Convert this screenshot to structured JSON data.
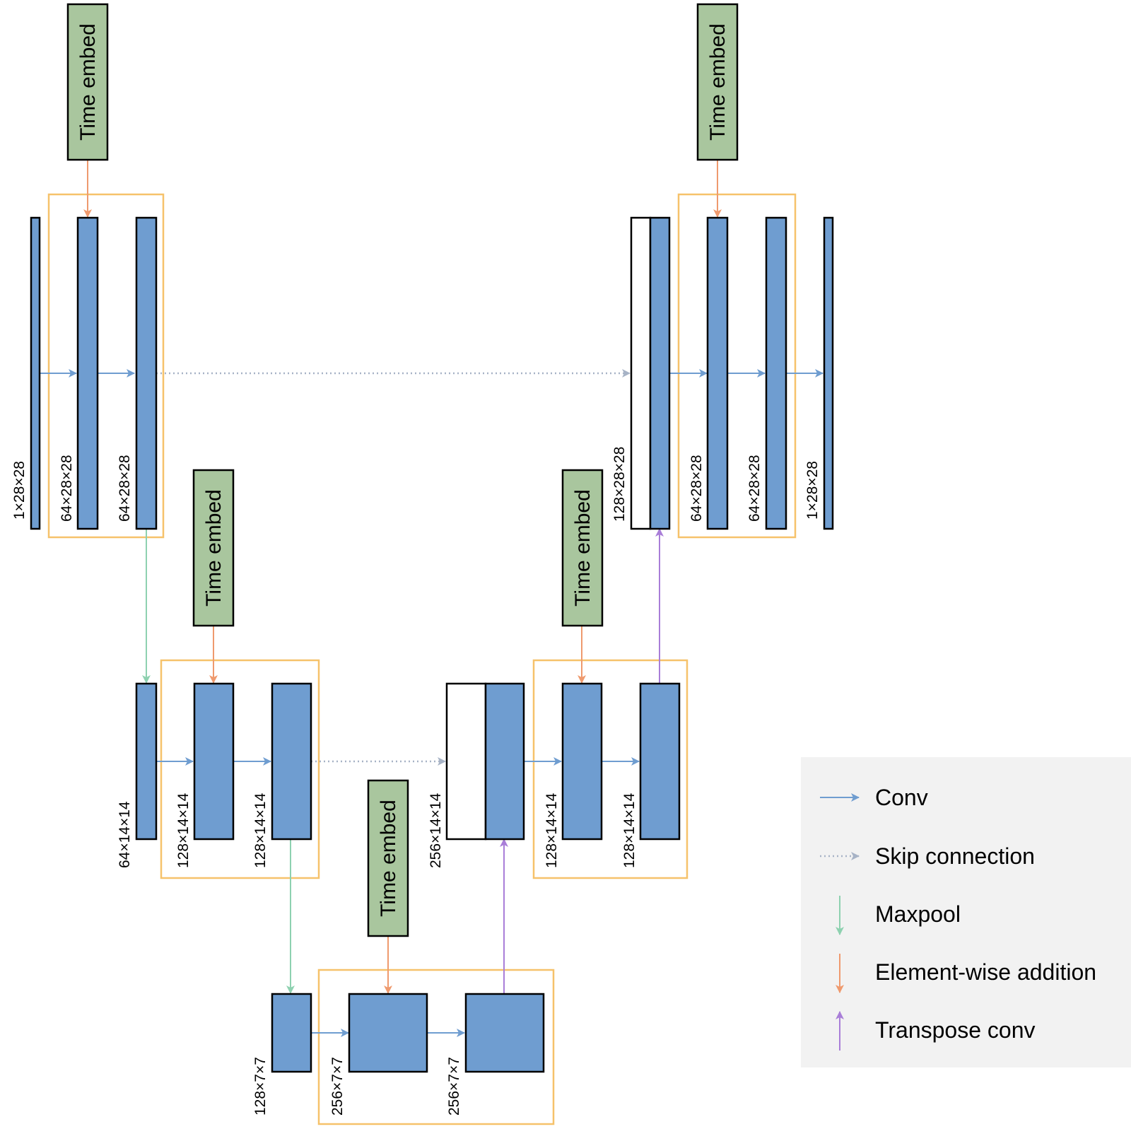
{
  "colors": {
    "block_fill": "#6f9dd0",
    "time_embed_fill": "#a9c69e",
    "group_border": "#f6c26b",
    "conv": "#6f9dd0",
    "skip": "#a7b3c6",
    "maxpool": "#8ed1b0",
    "addition": "#ef9a6e",
    "transpose": "#a97ed8",
    "legend_bg": "#f2f2f2"
  },
  "time_embed_label": "Time embed",
  "labels": {
    "in": "1×28×28",
    "e1a": "64×28×28",
    "e1b": "64×28×28",
    "p1": "64×14×14",
    "e2a": "128×14×14",
    "e2b": "128×14×14",
    "p2": "128×7×7",
    "ba": "256×7×7",
    "bb": "256×7×7",
    "c2": "256×14×14",
    "d2a": "128×14×14",
    "d2b": "128×14×14",
    "c1": "128×28×28",
    "d1a": "64×28×28",
    "d1b": "64×28×28",
    "out": "1×28×28"
  },
  "legend": {
    "conv": "Conv",
    "skip": "Skip connection",
    "maxpool": "Maxpool",
    "addition": "Element-wise addition",
    "transpose": "Transpose conv"
  }
}
